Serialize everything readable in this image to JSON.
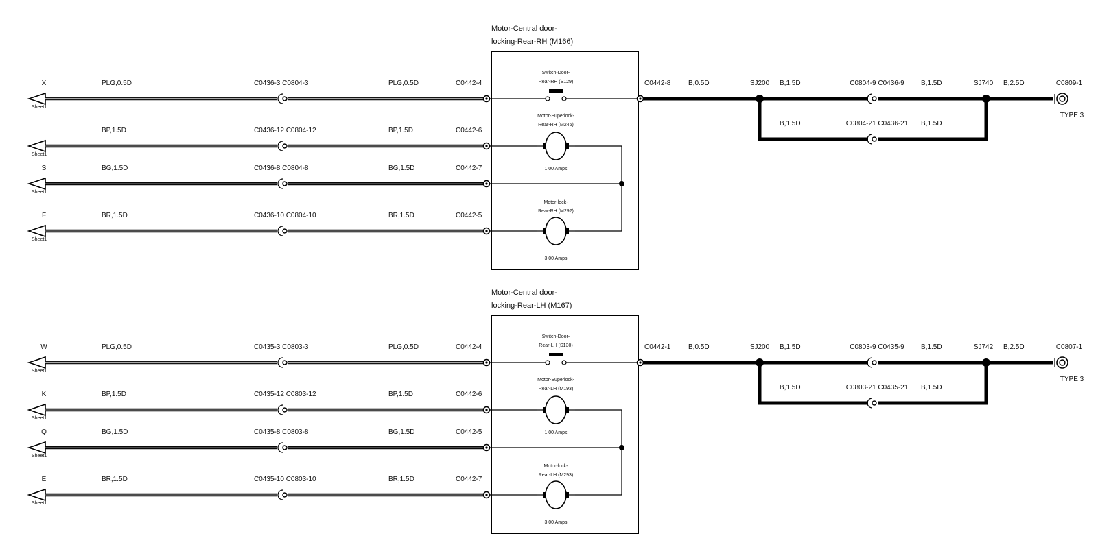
{
  "colors": {
    "line": "#000000",
    "plg_fill": "#a9a9a9",
    "other_fill": "#4a4a4a",
    "background": "#ffffff"
  },
  "sections": [
    {
      "module": {
        "title_line1": "Motor-Central door-",
        "title_line2": "locking-Rear-RH (M166)"
      },
      "switch": {
        "line1": "Switch-Door-",
        "line2": "Rear-RH (S129)"
      },
      "superlock": {
        "line1": "Motor-Superlock-",
        "line2": "Rear-RH (M246)",
        "amps": "1.00 Amps"
      },
      "lock": {
        "line1": "Motor-lock-",
        "line2": "Rear-RH (M292)",
        "amps": "3.00 Amps"
      },
      "wires": [
        {
          "code": "X",
          "sheet": "Sheet1",
          "spec_left": "PLG,0.5D",
          "conn_left": "C0436-3 C0804-3",
          "spec_right": "PLG,0.5D",
          "conn_module": "C0442-4",
          "kind": "plg"
        },
        {
          "code": "L",
          "sheet": "Sheet1",
          "spec_left": "BP,1.5D",
          "conn_left": "C0436-12 C0804-12",
          "spec_right": "BP,1.5D",
          "conn_module": "C0442-6",
          "kind": "dark"
        },
        {
          "code": "S",
          "sheet": "Sheet1",
          "spec_left": "BG,1.5D",
          "conn_left": "C0436-8 C0804-8",
          "spec_right": "BG,1.5D",
          "conn_module": "C0442-7",
          "kind": "dark"
        },
        {
          "code": "F",
          "sheet": "Sheet1",
          "spec_left": "BR,1.5D",
          "conn_left": "C0436-10 C0804-10",
          "spec_right": "BR,1.5D",
          "conn_module": "C0442-5",
          "kind": "dark"
        }
      ],
      "ground": {
        "module_conn": "C0442-8",
        "spec1": "B,0.5D",
        "splice1": "SJ200",
        "spec2": "B,1.5D",
        "conn_top": "C0804-9 C0436-9",
        "spec3": "B,1.5D",
        "splice2": "SJ740",
        "spec4": "B,2.5D",
        "end_conn": "C0809-1",
        "end_type": "TYPE 3",
        "spec_bot1": "B,1.5D",
        "conn_bot": "C0804-21 C0436-21",
        "spec_bot2": "B,1.5D"
      }
    },
    {
      "module": {
        "title_line1": "Motor-Central door-",
        "title_line2": "locking-Rear-LH (M167)"
      },
      "switch": {
        "line1": "Switch-Door-",
        "line2": "Rear-LH (S130)"
      },
      "superlock": {
        "line1": "Motor-Superlock-",
        "line2": "Rear-LH (M193)",
        "amps": "1.00 Amps"
      },
      "lock": {
        "line1": "Motor-lock-",
        "line2": "Rear-LH (M293)",
        "amps": "3.00 Amps"
      },
      "wires": [
        {
          "code": "W",
          "sheet": "Sheet1",
          "spec_left": "PLG,0.5D",
          "conn_left": "C0435-3 C0803-3",
          "spec_right": "PLG,0.5D",
          "conn_module": "C0442-4",
          "kind": "plg"
        },
        {
          "code": "K",
          "sheet": "Sheet1",
          "spec_left": "BP,1.5D",
          "conn_left": "C0435-12 C0803-12",
          "spec_right": "BP,1.5D",
          "conn_module": "C0442-6",
          "kind": "dark"
        },
        {
          "code": "Q",
          "sheet": "Sheet1",
          "spec_left": "BG,1.5D",
          "conn_left": "C0435-8 C0803-8",
          "spec_right": "BG,1.5D",
          "conn_module": "C0442-5",
          "kind": "dark"
        },
        {
          "code": "E",
          "sheet": "Sheet1",
          "spec_left": "BR,1.5D",
          "conn_left": "C0435-10 C0803-10",
          "spec_right": "BR,1.5D",
          "conn_module": "C0442-7",
          "kind": "dark"
        }
      ],
      "ground": {
        "module_conn": "C0442-1",
        "spec1": "B,0.5D",
        "splice1": "SJ200",
        "spec2": "B,1.5D",
        "conn_top": "C0803-9 C0435-9",
        "spec3": "B,1.5D",
        "splice2": "SJ742",
        "spec4": "B,2.5D",
        "end_conn": "C0807-1",
        "end_type": "TYPE 3",
        "spec_bot1": "B,1.5D",
        "conn_bot": "C0803-21 C0435-21",
        "spec_bot2": "B,1.5D"
      }
    }
  ]
}
